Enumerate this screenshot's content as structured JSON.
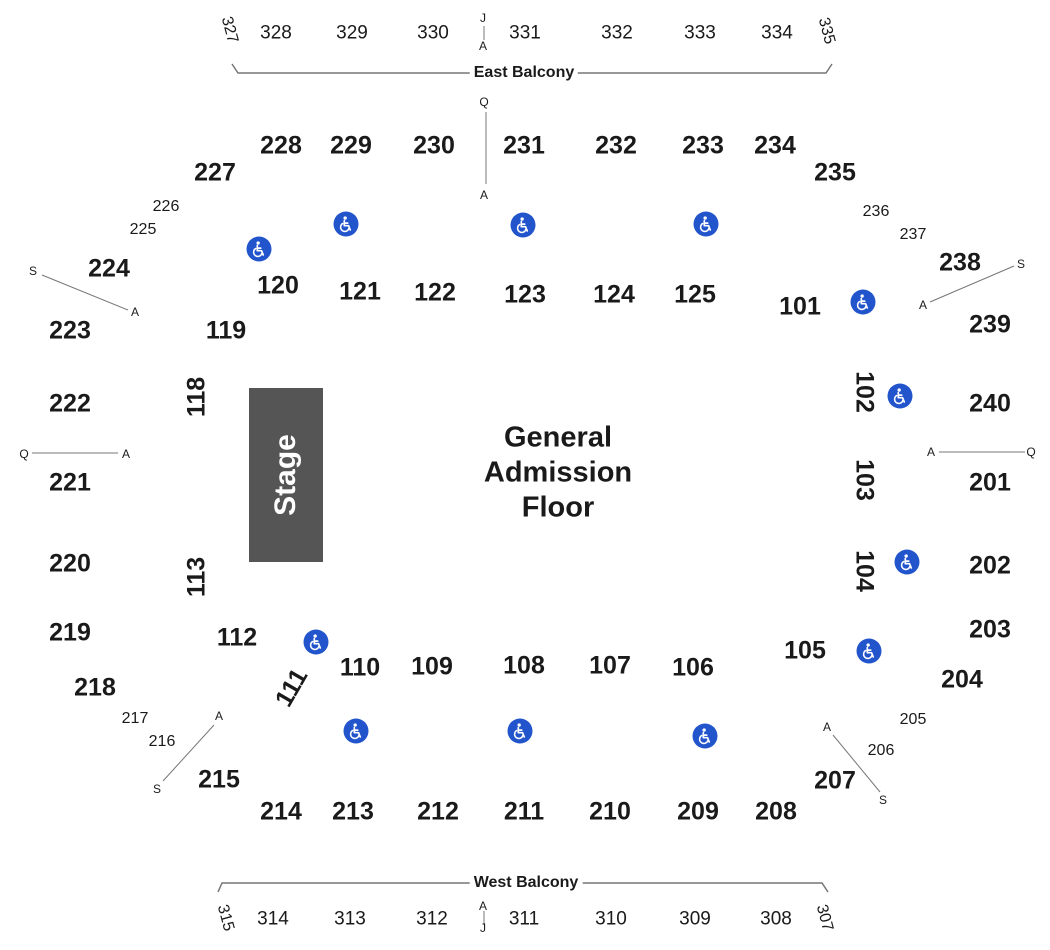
{
  "colors": {
    "accessible": "#2255cc",
    "stage": "#555555",
    "lines": "#777777",
    "text": "#1a1a1a"
  },
  "icons": {
    "accessible": "wheelchair-icon"
  },
  "stage": {
    "label": "Stage"
  },
  "floor": {
    "line1": "General",
    "line2": "Admission",
    "line3": "Floor"
  },
  "balconies": {
    "east": "East Balcony",
    "west": "West Balcony"
  },
  "upper_sections": [
    "327",
    "328",
    "329",
    "330",
    "331",
    "332",
    "333",
    "334",
    "335",
    "315",
    "314",
    "313",
    "312",
    "311",
    "310",
    "309",
    "308",
    "307"
  ],
  "lower_sections": [
    "228",
    "229",
    "230",
    "231",
    "232",
    "233",
    "234",
    "227",
    "235",
    "226",
    "225",
    "236",
    "237",
    "224",
    "238",
    "223",
    "239",
    "222",
    "240",
    "221",
    "201",
    "220",
    "202",
    "219",
    "203",
    "218",
    "204",
    "217",
    "216",
    "205",
    "206",
    "215",
    "207",
    "214",
    "213",
    "212",
    "211",
    "210",
    "209",
    "208"
  ],
  "floor_sections": [
    "120",
    "121",
    "122",
    "123",
    "124",
    "125",
    "101",
    "119",
    "118",
    "102",
    "103",
    "113",
    "104",
    "112",
    "105",
    "111",
    "110",
    "109",
    "108",
    "107",
    "106"
  ],
  "row_markers": {
    "east_top": "J",
    "east_bottom": "A",
    "q_top": "Q",
    "q_bottom": "A",
    "nw_outer": "S",
    "nw_inner": "A",
    "ne_inner": "A",
    "ne_outer": "S",
    "w_outer": "Q",
    "w_inner": "A",
    "e_inner": "A",
    "e_outer": "Q",
    "sw_inner": "A",
    "sw_outer": "S",
    "se_inner": "A",
    "se_outer": "S",
    "west_top": "A",
    "west_bottom": "J"
  }
}
